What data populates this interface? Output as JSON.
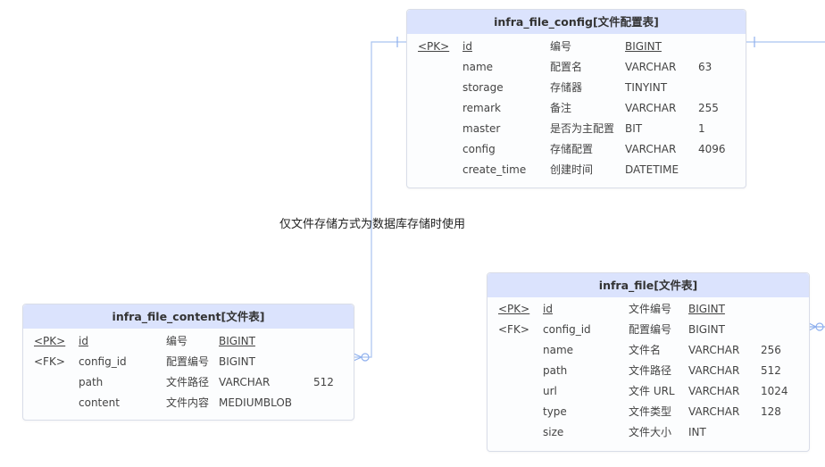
{
  "note": "仅文件存储方式为数据库存储时使用",
  "entities": {
    "config": {
      "title": "infra_file_config[文件配置表]",
      "rows": [
        {
          "key": "<PK>",
          "name": "id",
          "comment": "编号",
          "type": "BIGINT",
          "len": "",
          "pk": true
        },
        {
          "key": "",
          "name": "name",
          "comment": "配置名",
          "type": "VARCHAR",
          "len": "63"
        },
        {
          "key": "",
          "name": "storage",
          "comment": "存储器",
          "type": "TINYINT",
          "len": ""
        },
        {
          "key": "",
          "name": "remark",
          "comment": "备注",
          "type": "VARCHAR",
          "len": "255"
        },
        {
          "key": "",
          "name": "master",
          "comment": "是否为主配置",
          "type": "BIT",
          "len": "1"
        },
        {
          "key": "",
          "name": "config",
          "comment": "存储配置",
          "type": "VARCHAR",
          "len": "4096"
        },
        {
          "key": "",
          "name": "create_time",
          "comment": "创建时间",
          "type": "DATETIME",
          "len": ""
        }
      ]
    },
    "content": {
      "title": "infra_file_content[文件表]",
      "rows": [
        {
          "key": "<PK>",
          "name": "id",
          "comment": "编号",
          "type": "BIGINT",
          "len": "",
          "pk": true
        },
        {
          "key": "<FK>",
          "name": "config_id",
          "comment": "配置编号",
          "type": "BIGINT",
          "len": ""
        },
        {
          "key": "",
          "name": "path",
          "comment": "文件路径",
          "type": "VARCHAR",
          "len": "512"
        },
        {
          "key": "",
          "name": "content",
          "comment": "文件内容",
          "type": "MEDIUMBLOB",
          "len": ""
        }
      ]
    },
    "file": {
      "title": "infra_file[文件表]",
      "rows": [
        {
          "key": "<PK>",
          "name": "id",
          "comment": "文件编号",
          "type": "BIGINT",
          "len": "",
          "pk": true
        },
        {
          "key": "<FK>",
          "name": "config_id",
          "comment": "配置编号",
          "type": "BIGINT",
          "len": ""
        },
        {
          "key": "",
          "name": "name",
          "comment": "文件名",
          "type": "VARCHAR",
          "len": "256"
        },
        {
          "key": "",
          "name": "path",
          "comment": "文件路径",
          "type": "VARCHAR",
          "len": "512"
        },
        {
          "key": "",
          "name": "url",
          "comment": "文件 URL",
          "type": "VARCHAR",
          "len": "1024"
        },
        {
          "key": "",
          "name": "type",
          "comment": "文件类型",
          "type": "VARCHAR",
          "len": "128"
        },
        {
          "key": "",
          "name": "size",
          "comment": "文件大小",
          "type": "INT",
          "len": ""
        }
      ]
    }
  }
}
